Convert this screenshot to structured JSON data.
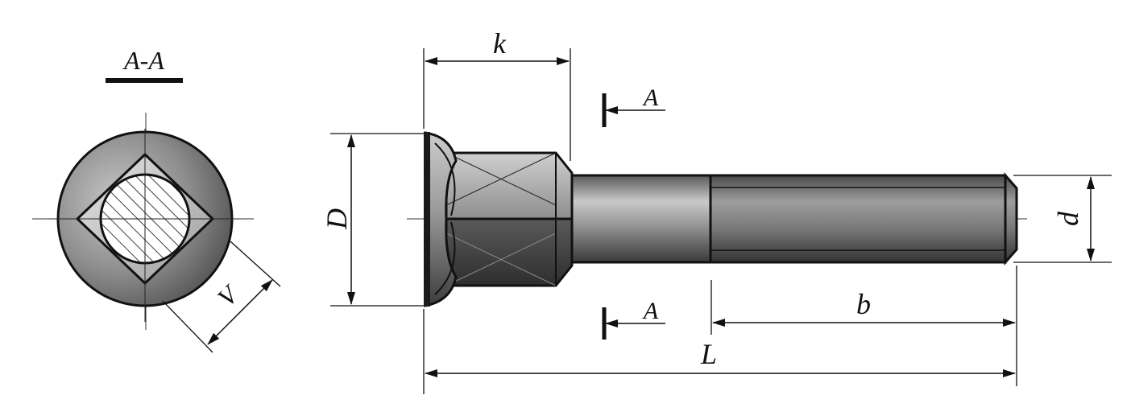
{
  "section": {
    "title": "A-A"
  },
  "dimensions": {
    "k": "k",
    "D": "D",
    "d": "d",
    "b": "b",
    "L": "L",
    "V": "V"
  },
  "section_marks": {
    "top": "A",
    "bottom": "A"
  },
  "colors": {
    "line": "#111111",
    "metal_dark": "#3a3a3a",
    "metal_mid": "#8a8a8a",
    "metal_light": "#d8d8d8"
  }
}
